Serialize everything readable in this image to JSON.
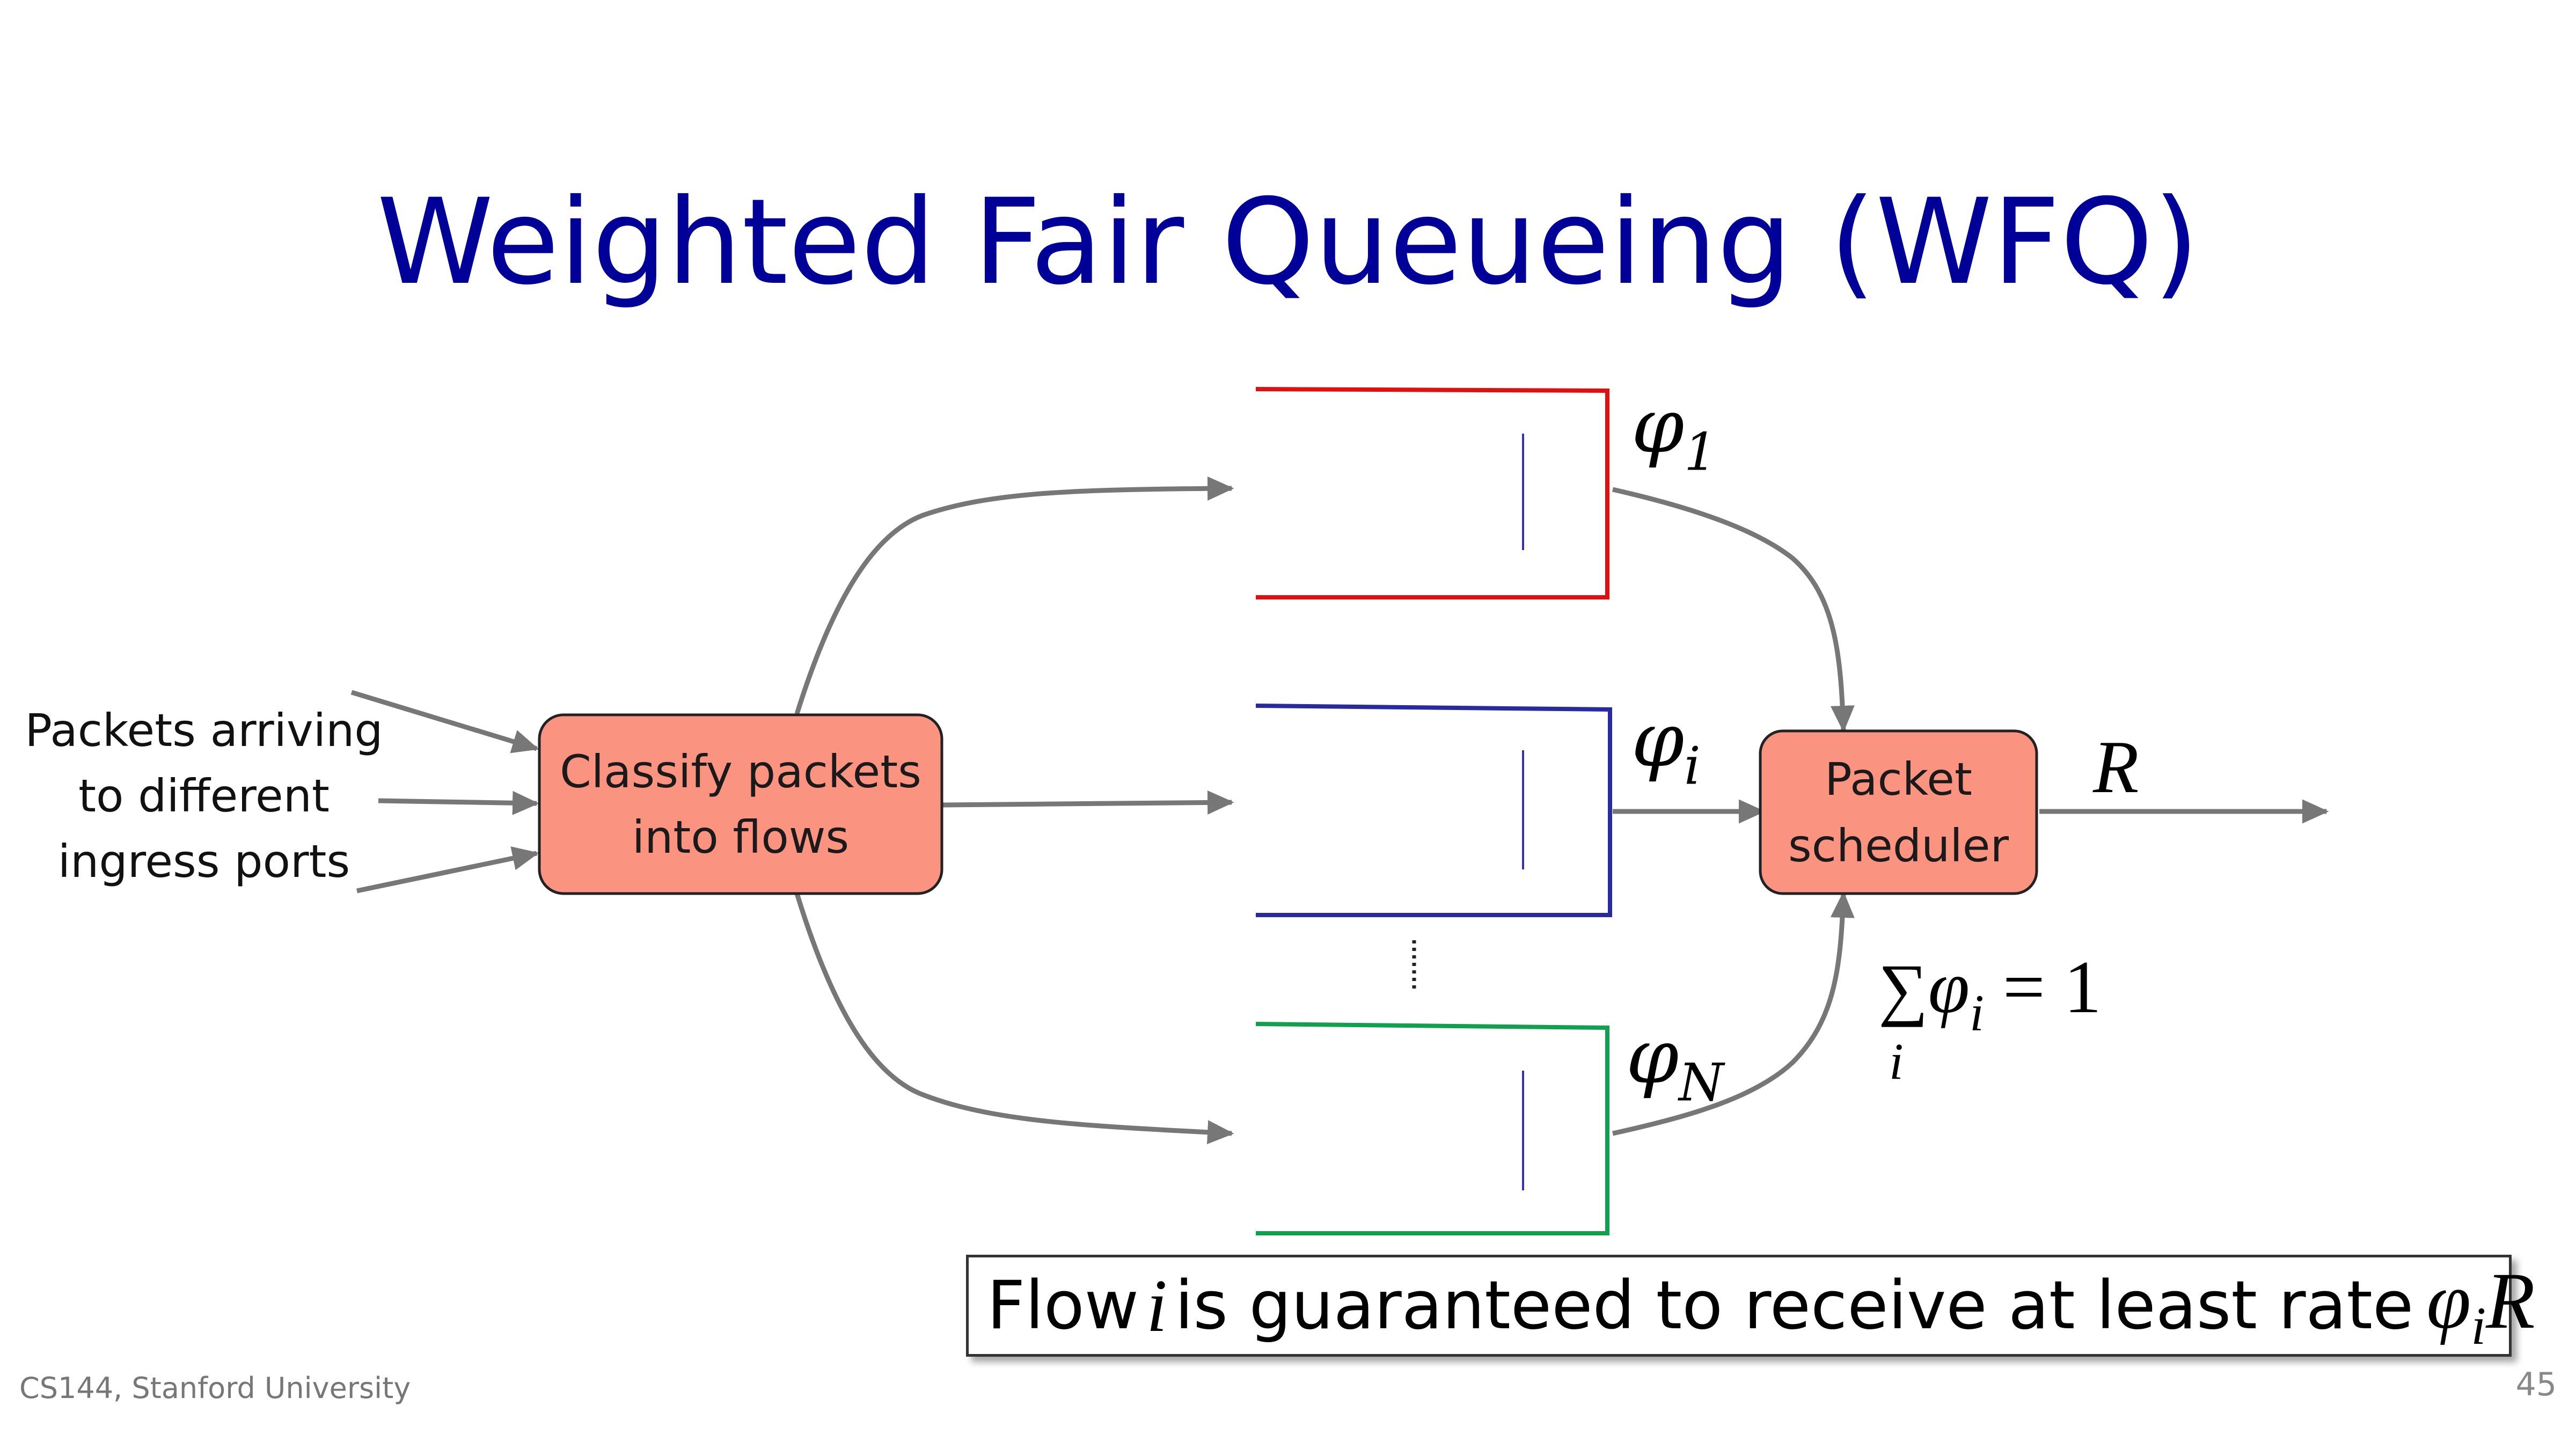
{
  "slide": {
    "title": "Weighted Fair Queueing (WFQ)",
    "input_label": [
      "Packets arriving",
      "to different",
      "ingress ports"
    ],
    "classifier": {
      "label_lines": [
        "Classify packets",
        "into flows"
      ]
    },
    "scheduler": {
      "label_lines": [
        "Packet",
        "scheduler"
      ]
    },
    "queues": [
      {
        "id": "1",
        "weight_symbol": "φ",
        "subscript": "1",
        "color": "#e01010"
      },
      {
        "id": "i",
        "weight_symbol": "φ",
        "subscript": "i",
        "color": "#2a2aa0"
      },
      {
        "id": "N",
        "weight_symbol": "φ",
        "subscript": "N",
        "color": "#10a050"
      }
    ],
    "rate_label": "R",
    "constraint": {
      "sum": "∑",
      "index": "i",
      "symbol": "φ",
      "subscript": "i",
      "rhs": "= 1"
    },
    "guarantee": {
      "prefix": "Flow",
      "variable": "i",
      "middle": "is guaranteed to receive at least rate",
      "symbol": "φ",
      "subscript": "i",
      "suffix": "R"
    },
    "footer_left": "CS144, Stanford University",
    "page_number": "45"
  },
  "colors": {
    "title": "#000099",
    "box_fill": "#fb9381",
    "arrow": "#777777",
    "packet_marker": "#3333aa"
  }
}
